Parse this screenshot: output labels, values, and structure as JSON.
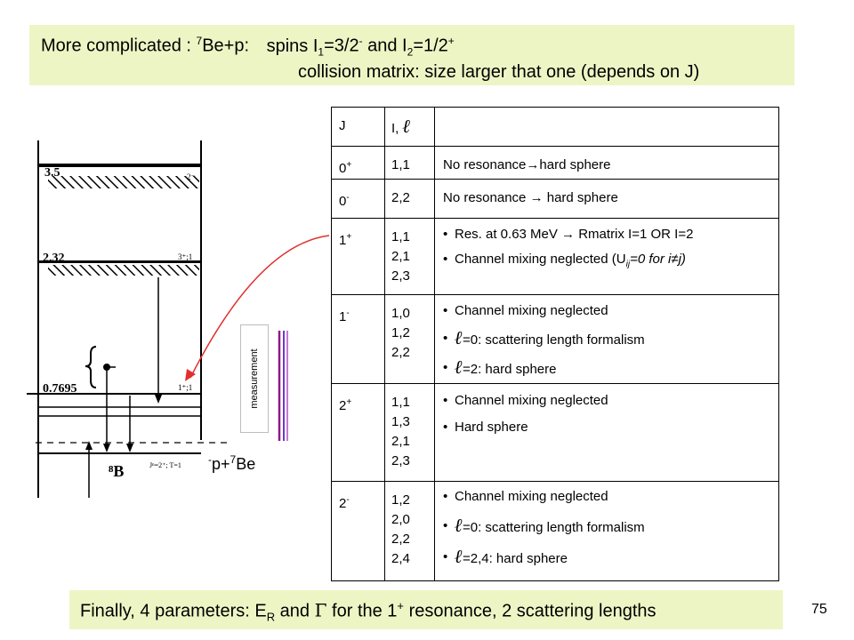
{
  "header": {
    "line1_pre": "More complicated : ",
    "line1_be_sup": "7",
    "line1_be": "Be+p:",
    "line1_spins": "spins I",
    "i1_sub": "1",
    "i1_val": "=3/2",
    "i1_sup": "-",
    "and": " and I",
    "i2_sub": "2",
    "i2_val": "=1/2",
    "i2_sup": "+",
    "line2": "collision matrix: size larger that one (depends on J)"
  },
  "table": {
    "header": {
      "j": "J",
      "l": "I, ",
      "l_ell": "ℓ"
    },
    "rows": [
      {
        "j": "0",
        "sign": "+",
        "il": [
          "1,1"
        ],
        "desc": {
          "type": "text",
          "text": "No resonance",
          "arrow": "→",
          "rest": "hard sphere"
        }
      },
      {
        "j": "0",
        "sign": "-",
        "il": [
          "2,2"
        ],
        "desc": {
          "type": "text",
          "text": "No resonance ",
          "arrow": "→",
          "rest": " hard sphere"
        }
      },
      {
        "j": "1",
        "sign": "+",
        "il": [
          "1,1",
          "2,1",
          "2,3"
        ],
        "desc": {
          "type": "list",
          "items": [
            "Res. at 0.63 MeV  →  Rmatrix I=1 OR I=2",
            "Channel mixing neglected (U",
            "ij",
            "=0 for i≠j)"
          ]
        }
      },
      {
        "j": "1",
        "sign": "-",
        "il": [
          "1,0",
          "1,2",
          "2,2"
        ],
        "desc": {
          "type": "list",
          "items": [
            "Channel mixing neglected",
            "=0: scattering length formalism",
            "=2: hard sphere"
          ]
        }
      },
      {
        "j": "2",
        "sign": "+",
        "il": [
          "1,1",
          "1,3",
          "2,1",
          "2,3"
        ],
        "desc": {
          "type": "list",
          "items": [
            "Channel mixing neglected",
            "Hard sphere"
          ]
        }
      },
      {
        "j": "2",
        "sign": "-",
        "il": [
          "1,2",
          "2,0",
          "2,2",
          "2,4"
        ],
        "desc": {
          "type": "list",
          "items": [
            "Channel mixing neglected",
            "=0: scattering length formalism",
            "=2,4: hard sphere"
          ]
        }
      }
    ]
  },
  "diagram": {
    "energy_35": "3.5",
    "energy_232": "2.32",
    "energy_07695": "0.7695",
    "label_2minus": "2⁻",
    "label_3plus": "3⁺;1",
    "label_1plus": "1⁺;1",
    "nucleus": "⁸B",
    "gs_label": "Jⁿ=2⁺; T=1",
    "measurement": "measurement",
    "threshold": "p+",
    "threshold_sup": "7",
    "threshold_be": "Be",
    "colors": {
      "arrow": "#e0302c",
      "measure_line1": "#8b1a8b",
      "measure_line2": "#6a3cc8"
    }
  },
  "footer": {
    "pre": "Finally, 4 parameters: E",
    "sub": "R",
    "mid": " and ",
    "gamma": "Γ",
    "for": " for the 1",
    "sup": "+",
    "post": " resonance, 2 scattering lengths"
  },
  "page_number": "75"
}
